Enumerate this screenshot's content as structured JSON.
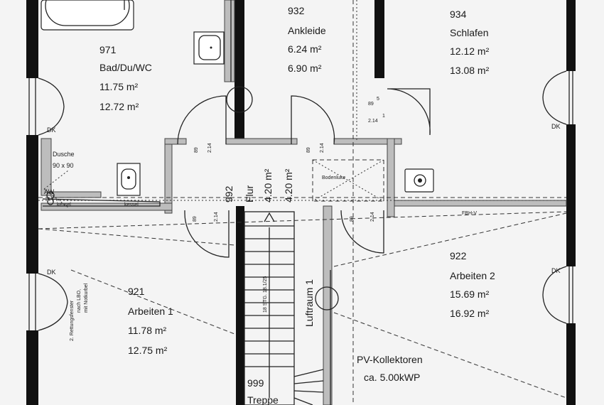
{
  "rooms": {
    "bad": {
      "number": "971",
      "name": "Bad/Du/WC",
      "area1": "11.75 m²",
      "area2": "12.72 m²"
    },
    "ankleide": {
      "number": "932",
      "name": "Ankleide",
      "area1": "6.24 m²",
      "area2": "6.90 m²"
    },
    "schlafen": {
      "number": "934",
      "name": "Schlafen",
      "area1": "12.12 m²",
      "area2": "13.08 m²"
    },
    "arbeiten1": {
      "number": "921",
      "name": "Arbeiten 1",
      "area1": "11.78 m²",
      "area2": "12.75 m²"
    },
    "arbeiten2": {
      "number": "922",
      "name": "Arbeiten 2",
      "area1": "15.69 m²",
      "area2": "16.92 m²"
    },
    "flur": {
      "number": "992",
      "name": "Flur",
      "area1": "4.20 m²",
      "area2": "4.20 m²"
    },
    "luftraum": {
      "name": "Luftraum 1"
    },
    "treppe": {
      "number": "999",
      "name": "Treppe"
    }
  },
  "labels": {
    "dusche": "Dusche",
    "dusche_size": "90 x 90",
    "aw": "AW",
    "dk_left_top": "DK",
    "dk_left_bottom": "DK",
    "dk_right_top": "DK",
    "dk_right_bottom": "DK",
    "bodenluke": "Bodenluke",
    "fbh": "FBH-V",
    "pv_line1": "PV-Kollektoren",
    "pv_line2": "ca. 5.00kWP",
    "rettung_line1": "2. Rettungsfenster",
    "rettung_line2": "nach LBO,",
    "rettung_line3": "mit Notkurbel",
    "stair": "18 STG. 18.1/25",
    "door_a": "89",
    "door_b": "2.14",
    "door_sup": "5",
    "door_sup2": "1",
    "kessel": "kessel"
  }
}
